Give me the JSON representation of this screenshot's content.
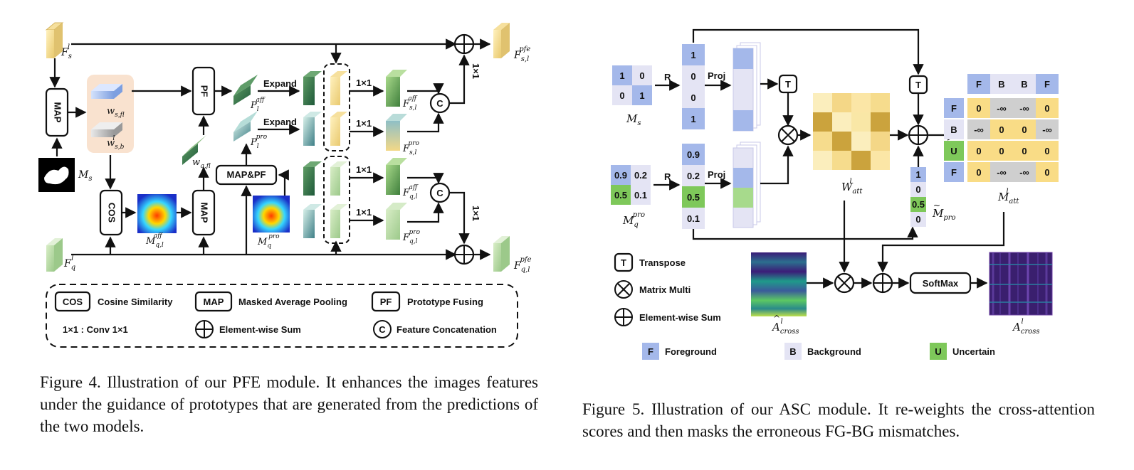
{
  "figure4": {
    "caption": "Figure 4. Illustration of our PFE module. It enhances the images features under the guidance of prototypes that are generated from the predictions of the two models.",
    "modules": {
      "map": "MAP",
      "pf": "PF",
      "cos": "COS",
      "map_pf": "MAP&PF",
      "expand": "Expand",
      "conv": "1×1",
      "concat": "C"
    },
    "symbols": {
      "fs": "F",
      "fs_sub": "s",
      "fs_sup": "l",
      "fq": "F",
      "fq_sub": "q",
      "fq_sup": "l",
      "ms": "M",
      "ms_sub": "s",
      "wsf": "w",
      "wsf_sub": "s,f",
      "wsf_sup": "l",
      "wsb": "w",
      "wsb_sub": "s,b",
      "wsb_sup": "l",
      "wqf": "w",
      "wqf_sub": "q,f",
      "wqf_sup": "l",
      "pl_aff": "P",
      "pl_aff_sub": "l",
      "pl_aff_sup": "aff",
      "pl_pro": "P",
      "pl_pro_sub": "l",
      "pl_pro_sup": "pro",
      "mq_aff": "M",
      "mq_aff_sub": "q,l",
      "mq_aff_sup": "aff",
      "mq_pro": "M",
      "mq_pro_sub": "q",
      "mq_pro_sup": "pro",
      "fsl_aff": "F",
      "fsl_aff_sub": "s,l",
      "fsl_aff_sup": "aff",
      "fsl_pro": "F",
      "fsl_pro_sub": "s,l",
      "fsl_pro_sup": "pro",
      "fql_aff": "F",
      "fql_aff_sub": "q,l",
      "fql_aff_sup": "aff",
      "fql_pro": "F",
      "fql_pro_sub": "q,l",
      "fql_pro_sup": "pro",
      "fsl_pfe": "F",
      "fsl_pfe_sub": "s,l",
      "fsl_pfe_sup": "pfe",
      "fql_pfe": "F",
      "fql_pfe_sub": "q,l",
      "fql_pfe_sup": "pfe"
    },
    "legend": {
      "cos_key": "COS",
      "cos_desc": "Cosine Similarity",
      "map_key": "MAP",
      "map_desc": "Masked Average Pooling",
      "pf_key": "PF",
      "pf_desc": "Prototype Fusing",
      "conv_desc": "1×1 : Conv 1×1",
      "sum_desc": "Element-wise Sum",
      "concat_key": "C",
      "concat_desc": "Feature Concatenation"
    }
  },
  "figure5": {
    "caption": "Figure 5. Illustration of our ASC module. It re-weights the cross-attention scores and then masks the erroneous FG-BG mismatches.",
    "ms_matrix": [
      [
        "1",
        "0"
      ],
      [
        "0",
        "1"
      ]
    ],
    "mq_matrix": [
      [
        "0.9",
        "0.2"
      ],
      [
        "0.5",
        "0.1"
      ]
    ],
    "ms_vector": [
      "1",
      "0",
      "0",
      "1"
    ],
    "mq_vector": [
      "0.9",
      "0.2",
      "0.5",
      "0.1"
    ],
    "mpro_vector": [
      "1",
      "0",
      "0.5",
      "0"
    ],
    "r_label": "R",
    "proj_label": "Proj",
    "transpose_key": "T",
    "softmax": "SoftMax",
    "att_header": [
      "F",
      "B",
      "B",
      "F"
    ],
    "att_rows": [
      "F",
      "B",
      "U",
      "F"
    ],
    "att_values": [
      [
        "0",
        "-∞",
        "-∞",
        "0"
      ],
      [
        "-∞",
        "0",
        "0",
        "-∞"
      ],
      [
        "0",
        "0",
        "0",
        "0"
      ],
      [
        "0",
        "-∞",
        "-∞",
        "0"
      ]
    ],
    "symbols": {
      "ms": "M",
      "ms_sub": "s",
      "mq": "M",
      "mq_sub": "q",
      "mq_sup": "pro",
      "watt": "W",
      "watt_sub": "att",
      "watt_sup": "l",
      "mpro": "M",
      "mpro_sub": "pro",
      "mpro_accent": "~",
      "matt": "M",
      "matt_sub": "att",
      "matt_sup": "l",
      "ahat": "A",
      "ahat_sub": "cross",
      "ahat_sup": "l",
      "ahat_accent": "^",
      "across": "A",
      "across_sub": "cross",
      "across_sup": "l"
    },
    "legend": {
      "transpose": "Transpose",
      "matmul": "Matrix Multi",
      "sum": "Element-wise Sum",
      "fg_key": "F",
      "fg": "Foreground",
      "bg_key": "B",
      "bg": "Background",
      "u_key": "U",
      "uncertain": "Uncertain"
    },
    "colors": {
      "foreground": "#a4b8ea",
      "background": "#e4e4f4",
      "uncertain": "#7ec85a",
      "zero_cell": "#f9dc86",
      "neg_cell": "#cfcfcf"
    }
  }
}
